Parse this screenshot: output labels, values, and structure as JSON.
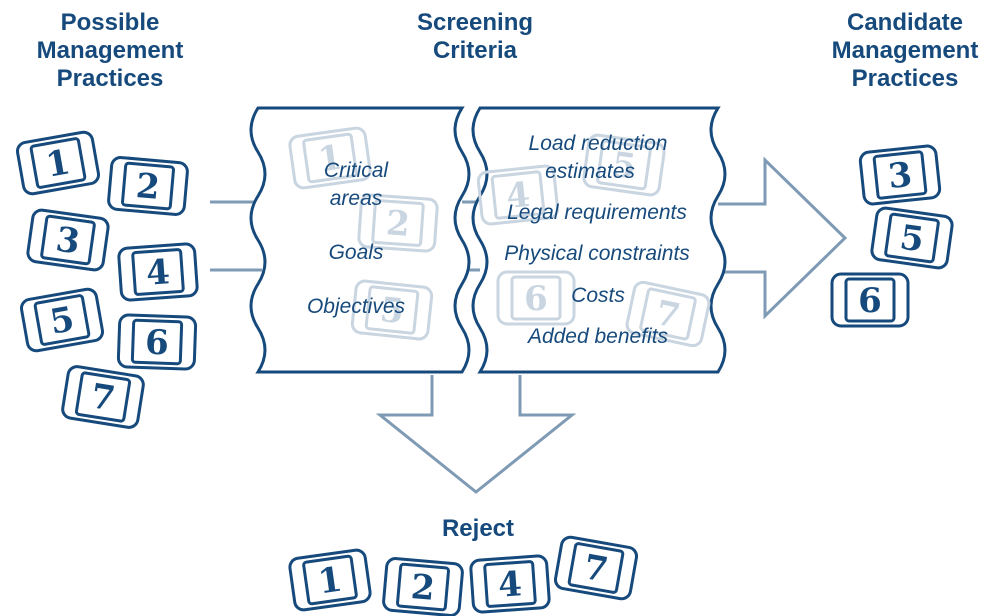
{
  "headers": {
    "possible": [
      "Possible",
      "Management",
      "Practices"
    ],
    "screening": [
      "Screening",
      "Criteria"
    ],
    "candidate": [
      "Candidate",
      "Management",
      "Practices"
    ],
    "reject": "Reject"
  },
  "left_criteria": [
    "Critical",
    "areas",
    "Goals",
    "Objectives"
  ],
  "right_criteria": [
    "Load reduction",
    "estimates",
    "Legal requirements",
    "Physical constraints",
    "Costs",
    "Added benefits"
  ],
  "possible_practices": [
    "1",
    "2",
    "3",
    "4",
    "5",
    "6",
    "7"
  ],
  "candidate_practices": [
    "3",
    "5",
    "6"
  ],
  "rejected_practices": [
    "1",
    "2",
    "4",
    "7"
  ],
  "colors": {
    "ink": "#174a7c",
    "arrow": "#7f9ab5",
    "ghost": "#c9d5e0"
  }
}
